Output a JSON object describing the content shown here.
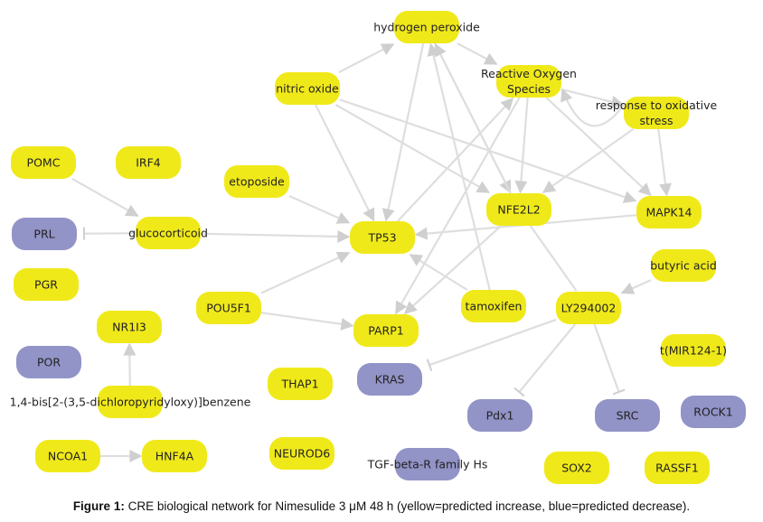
{
  "colors": {
    "increase": "#f0e91a",
    "decrease": "#9293c7",
    "edge": "#d9d9d9",
    "arrowhead": "#cfcfcf"
  },
  "nodes": [
    {
      "id": "h2o2",
      "label": "hydrogen peroxide",
      "regulation": "increase"
    },
    {
      "id": "no",
      "label": "nitric oxide",
      "regulation": "increase"
    },
    {
      "id": "ros",
      "label": "Reactive Oxygen\nSpecies",
      "regulation": "increase"
    },
    {
      "id": "ros_resp",
      "label": "response to oxidative\nstress",
      "regulation": "increase"
    },
    {
      "id": "pomc",
      "label": "POMC",
      "regulation": "increase"
    },
    {
      "id": "irf4",
      "label": "IRF4",
      "regulation": "increase"
    },
    {
      "id": "etoposide",
      "label": "etoposide",
      "regulation": "increase"
    },
    {
      "id": "gluco",
      "label": "glucocorticoid",
      "regulation": "increase"
    },
    {
      "id": "prl",
      "label": "PRL",
      "regulation": "decrease"
    },
    {
      "id": "tp53",
      "label": "TP53",
      "regulation": "increase"
    },
    {
      "id": "nfe2l2",
      "label": "NFE2L2",
      "regulation": "increase"
    },
    {
      "id": "mapk14",
      "label": "MAPK14",
      "regulation": "increase"
    },
    {
      "id": "butyric",
      "label": "butyric acid",
      "regulation": "increase"
    },
    {
      "id": "pgr",
      "label": "PGR",
      "regulation": "increase"
    },
    {
      "id": "pou5f1",
      "label": "POU5F1",
      "regulation": "increase"
    },
    {
      "id": "tamoxifen",
      "label": "tamoxifen",
      "regulation": "increase"
    },
    {
      "id": "ly",
      "label": "LY294002",
      "regulation": "increase"
    },
    {
      "id": "parp1",
      "label": "PARP1",
      "regulation": "increase"
    },
    {
      "id": "nr1i3",
      "label": "NR1I3",
      "regulation": "increase"
    },
    {
      "id": "mir124",
      "label": "t(MIR124-1)",
      "regulation": "increase"
    },
    {
      "id": "por",
      "label": "POR",
      "regulation": "decrease"
    },
    {
      "id": "thap1",
      "label": "THAP1",
      "regulation": "increase"
    },
    {
      "id": "kras",
      "label": "KRAS",
      "regulation": "decrease"
    },
    {
      "id": "bis",
      "label": "1,4-bis[2-(3,5-dichloropyridyloxy)]benzene",
      "regulation": "increase"
    },
    {
      "id": "pdx1",
      "label": "Pdx1",
      "regulation": "decrease"
    },
    {
      "id": "src",
      "label": "SRC",
      "regulation": "decrease"
    },
    {
      "id": "rock1",
      "label": "ROCK1",
      "regulation": "decrease"
    },
    {
      "id": "ncoa1",
      "label": "NCOA1",
      "regulation": "increase"
    },
    {
      "id": "hnf4a",
      "label": "HNF4A",
      "regulation": "increase"
    },
    {
      "id": "neurod6",
      "label": "NEUROD6",
      "regulation": "increase"
    },
    {
      "id": "tgfb",
      "label": "TGF-beta-R family Hs",
      "regulation": "decrease"
    },
    {
      "id": "sox2",
      "label": "SOX2",
      "regulation": "increase"
    },
    {
      "id": "rassf1",
      "label": "RASSF1",
      "regulation": "increase"
    }
  ],
  "edges": [
    {
      "source": "no",
      "target": "h2o2",
      "type": "activates"
    },
    {
      "source": "no",
      "target": "tp53",
      "type": "activates"
    },
    {
      "source": "no",
      "target": "nfe2l2",
      "type": "activates"
    },
    {
      "source": "no",
      "target": "mapk14",
      "type": "activates"
    },
    {
      "source": "h2o2",
      "target": "ros",
      "type": "activates"
    },
    {
      "source": "h2o2",
      "target": "tp53",
      "type": "activates"
    },
    {
      "source": "h2o2",
      "target": "nfe2l2",
      "type": "activates"
    },
    {
      "source": "nfe2l2",
      "target": "h2o2",
      "type": "activates"
    },
    {
      "source": "tamoxifen",
      "target": "h2o2",
      "type": "activates"
    },
    {
      "source": "ros",
      "target": "ros_resp",
      "type": "activates"
    },
    {
      "source": "ros",
      "target": "nfe2l2",
      "type": "activates"
    },
    {
      "source": "ros",
      "target": "mapk14",
      "type": "activates"
    },
    {
      "source": "ros",
      "target": "parp1",
      "type": "activates"
    },
    {
      "source": "tp53",
      "target": "ros",
      "type": "activates"
    },
    {
      "source": "ros_resp",
      "target": "ros",
      "type": "activates"
    },
    {
      "source": "ros_resp",
      "target": "mapk14",
      "type": "activates"
    },
    {
      "source": "ros_resp",
      "target": "nfe2l2",
      "type": "activates"
    },
    {
      "source": "mapk14",
      "target": "tp53",
      "type": "activates"
    },
    {
      "source": "nfe2l2",
      "target": "parp1",
      "type": "activates"
    },
    {
      "source": "nfe2l2",
      "target": "ly",
      "type": "association"
    },
    {
      "source": "butyric",
      "target": "ly",
      "type": "activates"
    },
    {
      "source": "ly",
      "target": "kras",
      "type": "inhibits"
    },
    {
      "source": "ly",
      "target": "pdx1",
      "type": "inhibits"
    },
    {
      "source": "ly",
      "target": "src",
      "type": "inhibits"
    },
    {
      "source": "etoposide",
      "target": "tp53",
      "type": "activates"
    },
    {
      "source": "gluco",
      "target": "tp53",
      "type": "activates"
    },
    {
      "source": "gluco",
      "target": "prl",
      "type": "inhibits"
    },
    {
      "source": "pomc",
      "target": "gluco",
      "type": "activates"
    },
    {
      "source": "pou5f1",
      "target": "tp53",
      "type": "activates"
    },
    {
      "source": "pou5f1",
      "target": "parp1",
      "type": "activates"
    },
    {
      "source": "tamoxifen",
      "target": "tp53",
      "type": "activates"
    },
    {
      "source": "bis",
      "target": "nr1i3",
      "type": "activates"
    },
    {
      "source": "ncoa1",
      "target": "hnf4a",
      "type": "activates"
    }
  ],
  "caption": {
    "label": "Figure 1:",
    "text": " CRE biological network for Nimesulide 3 μM 48 h (yellow=predicted increase, blue=predicted decrease)."
  }
}
